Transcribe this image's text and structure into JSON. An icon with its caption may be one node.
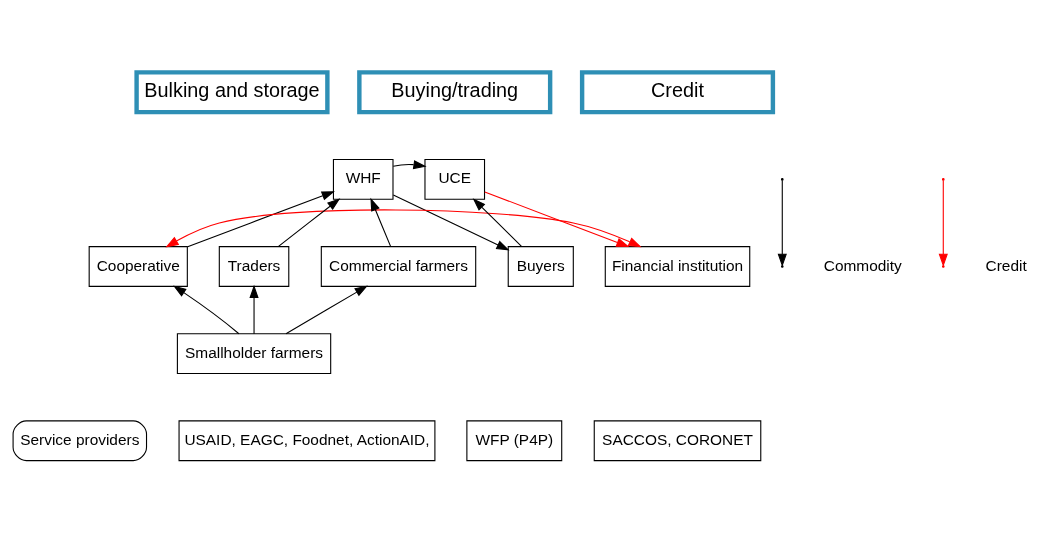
{
  "diagram": {
    "nodes": [
      {
        "text": [
          "Bulking and storage"
        ]
      },
      {
        "text": [
          "Buying/trading"
        ]
      },
      {
        "text": [
          "Credit"
        ]
      },
      {
        "text": [
          "WHF"
        ]
      },
      {
        "text": [
          "UCE"
        ]
      },
      {
        "text": [
          "Cooperative"
        ]
      },
      {
        "text": [
          "Traders"
        ]
      },
      {
        "text": [
          "Commercial farmers"
        ]
      },
      {
        "text": [
          "Buyers"
        ]
      },
      {
        "text": [
          "Financial institution"
        ]
      },
      {
        "text": [
          "Smallholder farmers"
        ]
      },
      {
        "text": [
          "Service providers"
        ]
      },
      {
        "text": [
          "USAID, EAGC, Foodnet, ActionAID,"
        ]
      },
      {
        "text": [
          "WFP (P4P)"
        ]
      },
      {
        "text": [
          "SACCOS, CORONET"
        ]
      }
    ],
    "edges": [
      {
        "from": 5,
        "to": 3,
        "arrow": "to"
      },
      {
        "from": 6,
        "to": 3,
        "arrow": "to"
      },
      {
        "from": 7,
        "to": 3,
        "arrow": "to"
      },
      {
        "from": 10,
        "to": 5,
        "arrow": "to"
      },
      {
        "from": 10,
        "to": 6,
        "arrow": "to"
      },
      {
        "from": 10,
        "to": 7,
        "arrow": "to"
      },
      {
        "from": 3,
        "to": 4,
        "arrow": "to"
      },
      {
        "from": 3,
        "to": 8,
        "arrow": "to"
      },
      {
        "from": 8,
        "to": 4,
        "arrow": "to"
      },
      {
        "from": 4,
        "to": 9,
        "arrow": "to",
        "color": "#ff0000"
      },
      {
        "from": 9,
        "to": 5,
        "arrow": "both",
        "color": "#ff0000"
      }
    ],
    "legend": [
      {
        "text": "Commodity"
      },
      {
        "text": "Credit"
      }
    ]
  }
}
